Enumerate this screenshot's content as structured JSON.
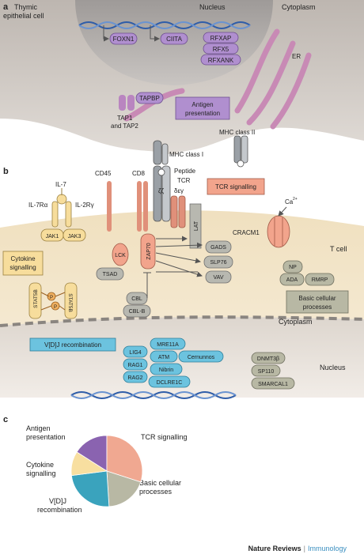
{
  "panel_a": {
    "letter": "a",
    "thymic_cell": "Thymic",
    "thymic_cell_line2": "epithelial cell",
    "nucleus": "Nucleus",
    "cytoplasm": "Cytoplasm",
    "er": "ER",
    "foxn1": "FOXN1",
    "ciita": "CIITA",
    "rfxap": "RFXAP",
    "rfx5": "RFX5",
    "rfxank": "RFXANK",
    "tapbp": "TAPBP",
    "tap_line1": "TAP1",
    "tap_line2": "and TAP2",
    "antigen_line1": "Antigen",
    "antigen_line2": "presentation",
    "mhc2": "MHC class II",
    "mhc1": "MHC class I",
    "peptide": "Peptide"
  },
  "panel_b": {
    "letter": "b",
    "il7": "IL-7",
    "il7ra": "IL-7Rα",
    "il2rg": "IL-2Rγ",
    "cd45": "CD45",
    "cd8": "CD8",
    "tcr": "TCR",
    "zeta": "ζζ",
    "delta_eps_gamma": "δεγ",
    "tcr_signalling": "TCR signalling",
    "ca": "Ca",
    "ca_sup": "2+",
    "cracm1": "CRACM1",
    "jak1": "JAK1",
    "jak3": "JAK3",
    "cytokine_line1": "Cytokine",
    "cytokine_line2": "signalling",
    "lck": "LCK",
    "tsad": "TSAD",
    "zap70": "ZAP70",
    "lat": "LAT",
    "gads": "GADS",
    "slp76": "SLP76",
    "vav": "VAV",
    "np": "NP",
    "ada": "ADA",
    "rmrp": "RMRP",
    "t_cell": "T cell",
    "basic_line1": "Basic cellular",
    "basic_line2": "processes",
    "stat5b_left": "STAT5B",
    "stat5b_right": "STAT5B",
    "p": "P",
    "cbl": "CBL",
    "cblb": "CBL-B",
    "cytoplasm": "Cytoplasm",
    "nucleus": "Nucleus",
    "vdj": "V[D]J recombination",
    "lig4": "LIG4",
    "rag1": "RAG1",
    "rag2": "RAG2",
    "mre11a": "MRE11A",
    "atm": "ATM",
    "nibrin": "Nibrin",
    "dclre1c": "DCLRE1C",
    "cernunnos": "Cernunnos",
    "dnmt3b": "DNMT3β",
    "sp110": "SP110",
    "smarcal1": "SMARCAL1"
  },
  "panel_c": {
    "letter": "c",
    "slices": [
      {
        "label_lines": [
          "Antigen",
          "presentation"
        ],
        "share": 0.16,
        "color": "#8a63b0"
      },
      {
        "label_lines": [
          "TCR signalling"
        ],
        "share": 0.3,
        "color": "#f0a891"
      },
      {
        "label_lines": [
          "Basic cellular",
          "processes"
        ],
        "share": 0.19,
        "color": "#b8b8a4"
      },
      {
        "label_lines": [
          "V[D]J",
          "recombination"
        ],
        "share": 0.24,
        "color": "#3aa3bd"
      },
      {
        "label_lines": [
          "Cytokine",
          "signalling"
        ],
        "share": 0.11,
        "color": "#f8dfa0"
      }
    ]
  },
  "footer": {
    "journal": "Nature Reviews",
    "separator": "|",
    "section": "Immunology"
  },
  "colors": {
    "purple": "#b08fcf",
    "salmon": "#f2a48c",
    "yellow": "#f7dd9c",
    "blue": "#6cc3df",
    "gray": "#b8b8b0",
    "cell_fill": "#cfc9c2",
    "brand_blue": "#3b8fc0"
  }
}
